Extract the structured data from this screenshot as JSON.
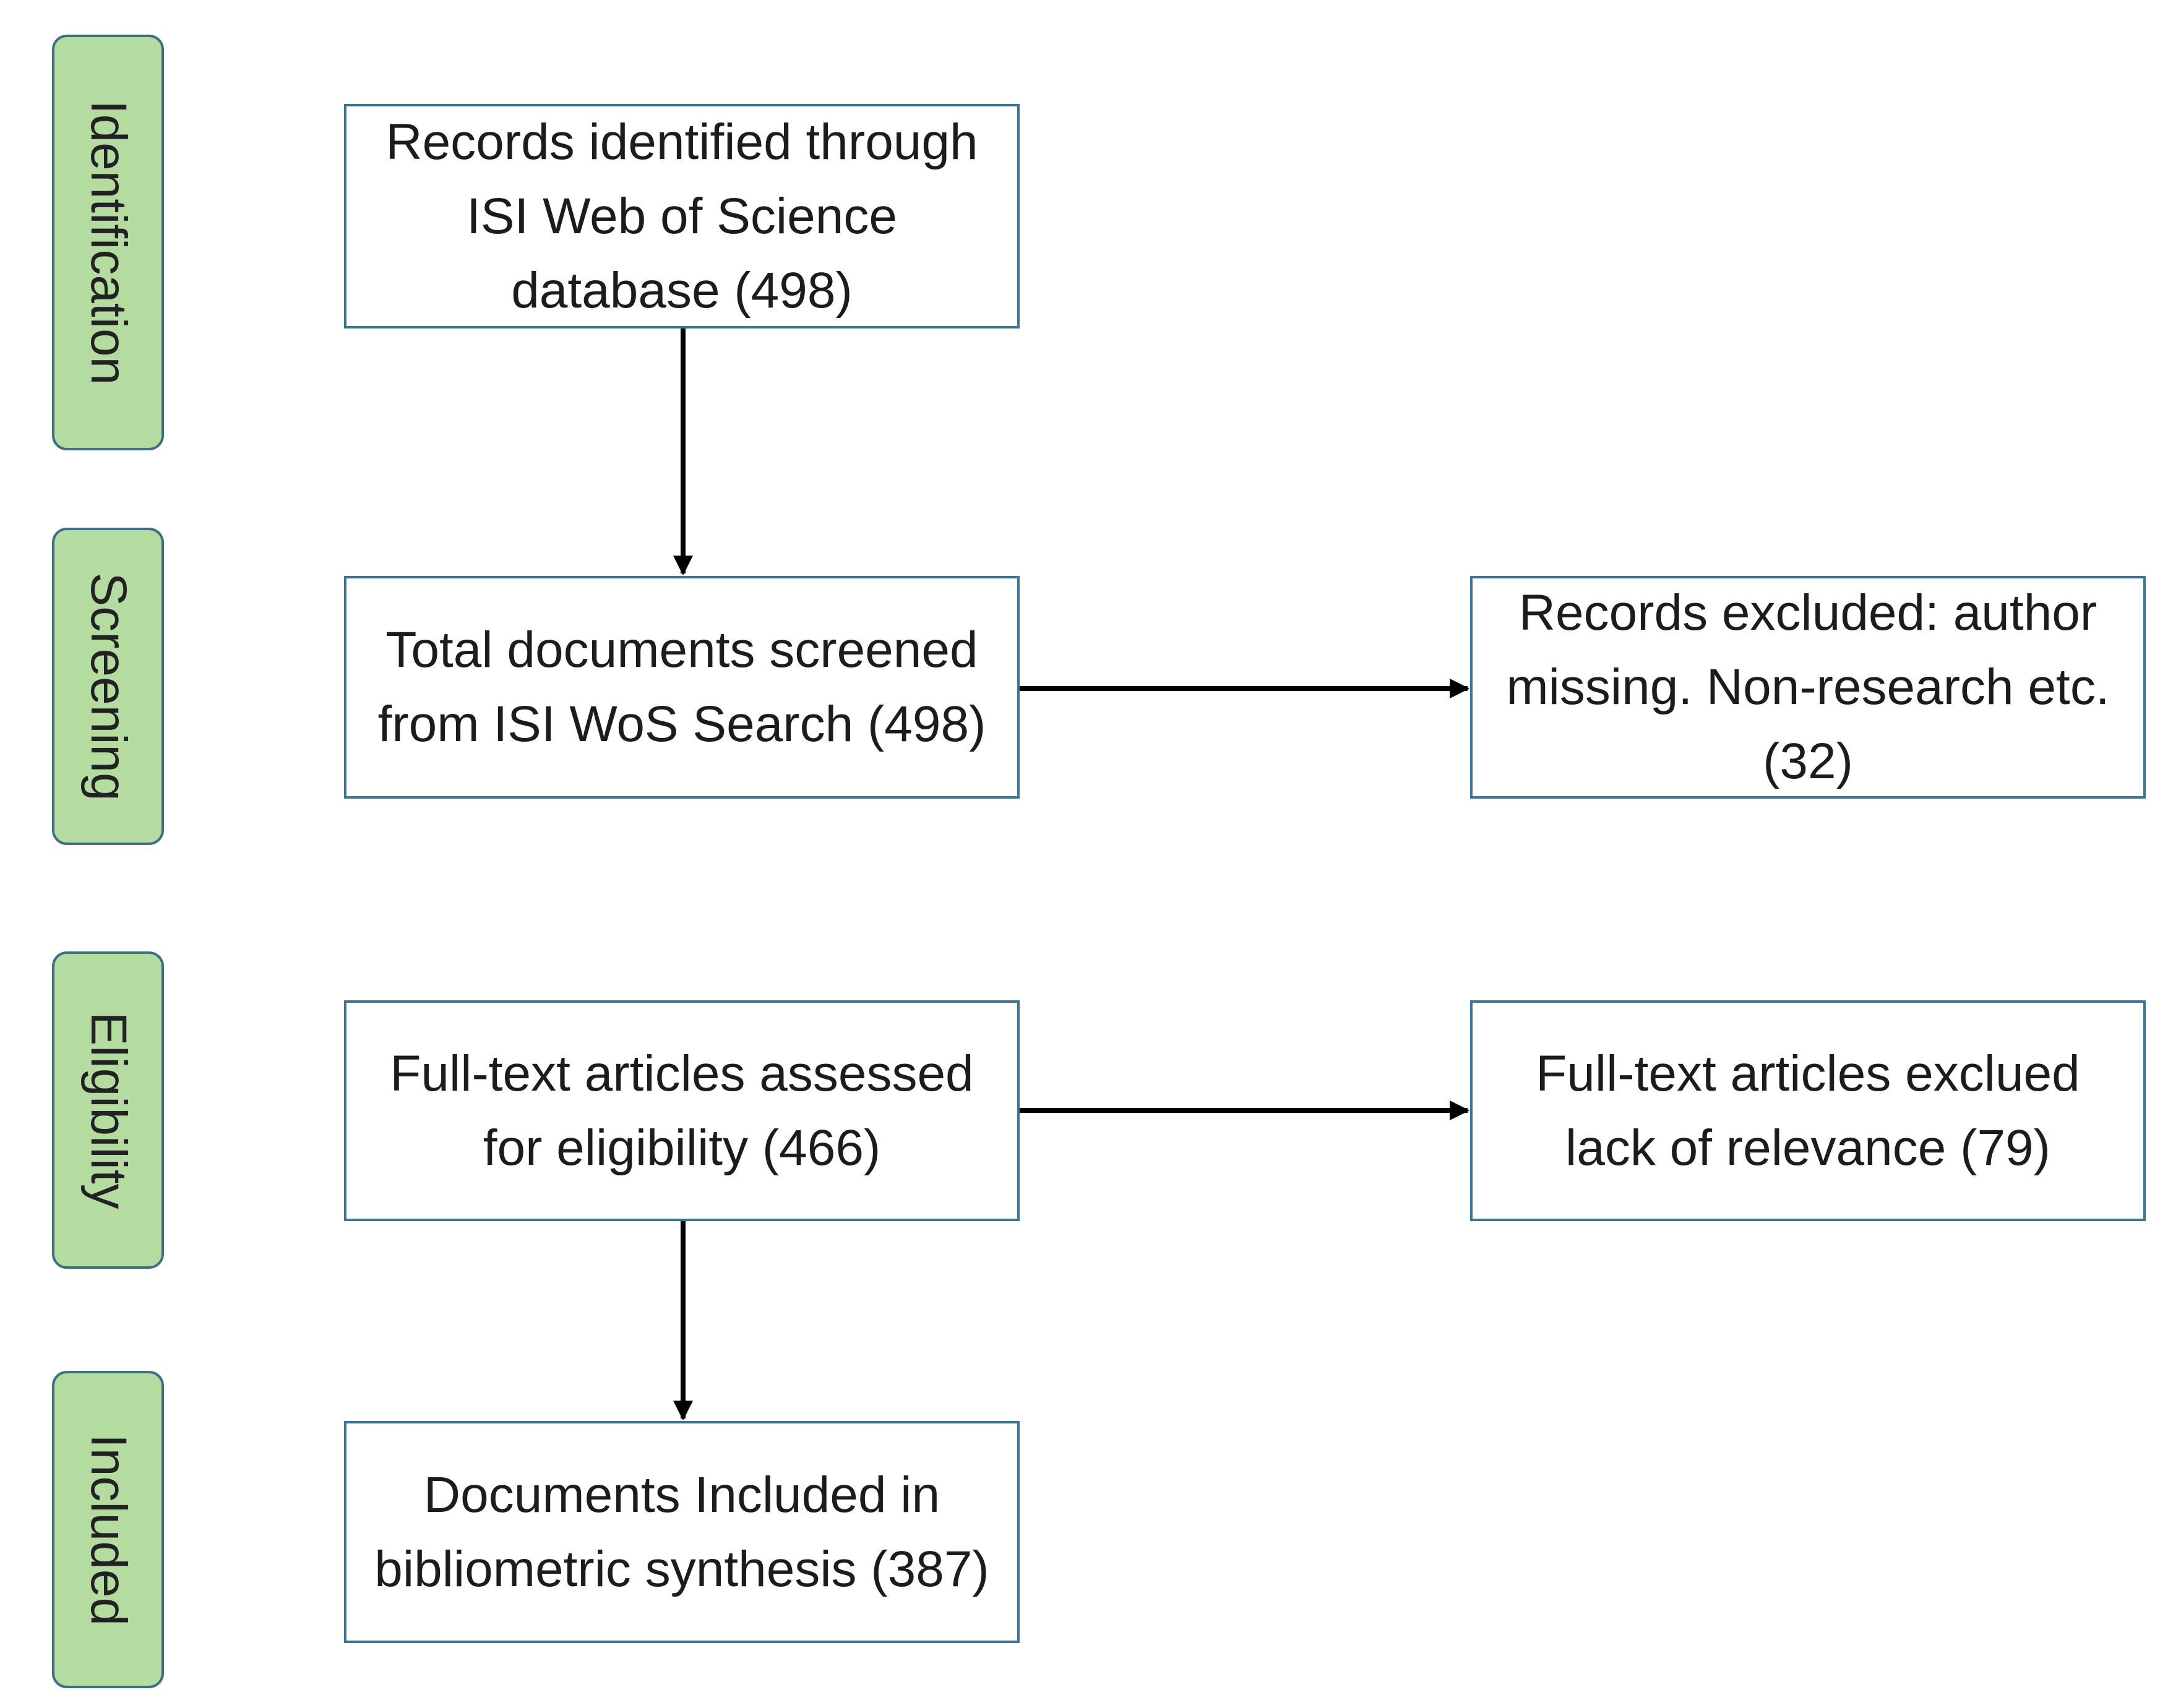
{
  "stages": [
    {
      "id": "identification",
      "label": "Identification"
    },
    {
      "id": "screening",
      "label": "Screening"
    },
    {
      "id": "eligibility",
      "label": "Eligibility"
    },
    {
      "id": "included",
      "label": "Included"
    }
  ],
  "boxes": {
    "records_identified": "Records identified through ISI Web of Science database (498)",
    "total_screened": "Total documents screened from ISI WoS Search (498)",
    "records_excluded": "Records excluded: author missing. Non-research etc. (32)",
    "fulltext_assessed": "Full-text articles assessed for eligibility (466)",
    "fulltext_excluded": "Full-text articles exclued lack of relevance (79)",
    "documents_included": "Documents Included in bibliometric synthesis (387)"
  },
  "colors": {
    "stage_fill": "#b5dca0",
    "stage_border": "#3d6e83",
    "box_border": "#3c7497",
    "arrow": "#000000"
  }
}
